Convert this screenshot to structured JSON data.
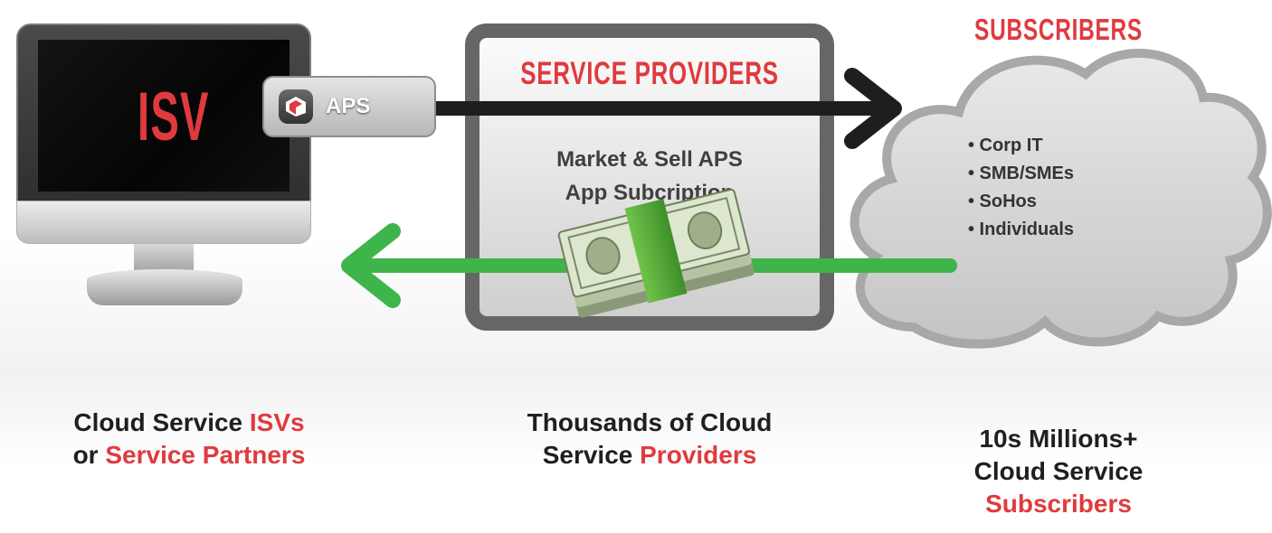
{
  "isv": {
    "label": "ISV"
  },
  "aps": {
    "label": "APS"
  },
  "service_providers": {
    "title": "SERVICE PROVIDERS",
    "desc_line1": "Market & Sell APS",
    "desc_line2": "App Subcription"
  },
  "subscribers": {
    "title": "SUBSCRIBERS",
    "items": [
      "• Corp IT",
      "• SMB/SMEs",
      "• SoHos",
      "• Individuals"
    ]
  },
  "captions": {
    "left": {
      "a": "Cloud Service ",
      "b": "ISVs",
      "c": "or ",
      "d": "Service Partners"
    },
    "middle": {
      "a": "Thousands of Cloud",
      "b": "Service ",
      "c": "Providers"
    },
    "right": {
      "a": "10s Millions+",
      "b": "Cloud Service",
      "c": "Subscribers"
    }
  },
  "colors": {
    "accent": "#e03a3e",
    "arrow_green": "#3db54a",
    "arrow_dark": "#1e1e1e"
  }
}
